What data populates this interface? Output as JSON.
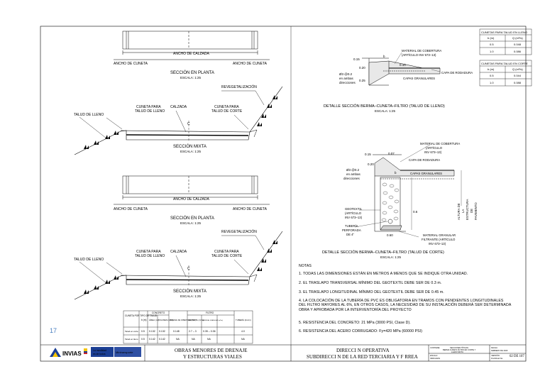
{
  "page_number": "17",
  "plan": {
    "ancho_calzada": "ANCHO DE CALZADA",
    "ancho_cuneta_left": "ANCHO DE CUNETA",
    "ancho_cuneta_right": "ANCHO DE CUNETA",
    "title": "SECCIÓN EN PLANTA",
    "scale": "ESCALA: 1:25"
  },
  "section": {
    "revegetalizacion": "REVEGETALIZACIÓN",
    "talud_lleno": "TALUD DE LLENO",
    "cuneta_lleno_1": "CUNETA PARA",
    "cuneta_lleno_2": "TALUD DE LLENO",
    "calzada": "CALZADA",
    "cuneta_corte_1": "CUNETA PARA",
    "cuneta_corte_2": "TALUD DE CORTE",
    "centerline": "C",
    "title": "SECCIÓN MIXTA",
    "scale": "ESCALA: 1:25"
  },
  "detail1": {
    "dim_015": "0.15",
    "dim_b": "b",
    "dim_020": "0.20",
    "dim_025": "0.25",
    "dim_010": "0.10",
    "rebar_1": "Ø3 @0.2",
    "rebar_2": "en ambas",
    "rebar_3": "direcciones",
    "mat_1": "MATERIAL DE COBERTURA",
    "mat_2": "(ARTÍCULO INV 673–13)",
    "capa_rodadura": "CAPA DE RODADURA",
    "capas_granulares": "CAPAS GRANULARES",
    "title": "DETALLE SECCIÓN BERMA–CUNETA–FILTRO (TALUD DE LLENO)",
    "scale": "ESCALA: 1:25"
  },
  "table_lleno": {
    "title": "CUNETAS PARA TALUD EN LLENO",
    "headers": [
      "b (m)",
      "Q (m³/s)"
    ],
    "rows": [
      [
        "0.5",
        "0.048"
      ],
      [
        "1.0",
        "0.086"
      ]
    ]
  },
  "table_corte": {
    "title": "CUNETAS PARA TALUD EN CORTE",
    "headers": [
      "b (m)",
      "Q (m³/s)"
    ],
    "rows": [
      [
        "0.5",
        "0.044"
      ],
      [
        "1.0",
        "0.088"
      ]
    ]
  },
  "detail2": {
    "dim_015": "0.15",
    "dim_007": "0.07",
    "dim_020": "0.20",
    "dim_b": "b",
    "dim_06": "0.6",
    "dim_060": "0.60",
    "rebar_1": "Ø3 @0.2",
    "rebar_2": "en ambas",
    "rebar_3": "direcciones",
    "mat_1": "MATERIAL DE COBERTURA",
    "mat_2": "(ARTÍCULO",
    "mat_3": "INV 673–13)",
    "capa_rodadura": "CAPA DE RODADURA",
    "capas_granulares": "CAPAS GRANULARES",
    "altura_1": "ALTURA DE",
    "altura_2": "LA",
    "altura_3": "ESTRUCTURA",
    "altura_4": "DE",
    "altura_5": "PAVIMENTO",
    "geotextil_1": "GEOTEXTIL",
    "geotextil_2": "(ARTÍCULO",
    "geotextil_3": "INV 673–13)",
    "tuberia_1": "TUBERÍA",
    "tuberia_2": "PERFORADA",
    "tuberia_3": "DE 4\"",
    "granular_1": "MATERIAL GRANULAR",
    "granular_2": "FILTRANTE (ARTÍCULO",
    "granular_3": "INV 673–13)",
    "title": "DETALLE SECCIÓN BERMA–CUNETA–FILTRO (TALUD DE CORTE)",
    "scale": "ESCALA: 1:25"
  },
  "notes": {
    "heading": "NOTAS",
    "items": [
      "1.   TODAS LAS DIMENSIONES ESTÁN EN METROS A MENOS QUE SE INDIQUE OTRA UNIDAD.",
      "2.   EL TRASLAPO TRANSVERSAL MÍNIMO DEL GEOTEXTIL DEBE SER DE 0.3 m.",
      "3.   EL TRASLAPO LONGITUDINAL MÍNIMO DEL GEOTEXTIL DEBE SER DE 0.45 m.",
      "4.   LA COLOCACIÓN DE LA TUBERÍA DE PVC ES OBLIGATORIA EN TRAMOS CON PENDIENTES LONGITUDINALES DEL FILTRO MAYORES AL 6%, EN OTROS CASOS, LA NECESIDAD DE SU INSTALACIÓN DEBERÁ SER DETERMINADA OBRA Y APROBADA POR LA INTERVENTORÍA DEL PROYECTO",
      "5.   RESISTENCIA DEL CONCRETO: 21 MPa (3000 PSI, Clase D).",
      "6.   RESISTENCIA DEL ACERO CORRUGADO: Fy=420 MPa (60000 PSI)"
    ]
  },
  "qty_table": {
    "h_cuneta": "CUNETA POR TIPO DE TALUD",
    "h_b": "b (m)",
    "h_concreto": "CONCRETO",
    "h_area": "ÁREA (m²)",
    "h_volumen": "VOLUMEN (m³/m)",
    "h_cobertura": "MATERIAL DE COBERTURA (m³/m)",
    "h_filtro": "FILTRO",
    "h_geotextil": "GEOTEXTIL (m²/m)",
    "h_granular": "MATERIAL GRANULAR (m³/m)",
    "h_tuberia": "TUBERÍA (2m/m)",
    "rows": [
      [
        "Talud en corte",
        "0.5",
        "0.132",
        "0.132",
        "0.148",
        "2.7 – 3",
        "0.35 – 0.36",
        "4.0"
      ],
      [
        "Talud en lleno",
        "0.5",
        "0.142",
        "0.142",
        "NA",
        "NA",
        "NA",
        "NA"
      ]
    ]
  },
  "footer": {
    "logo_invias": "INVIAS",
    "logo_gov_1": "La movilidad",
    "logo_gov_2": "es de todos",
    "logo_mintransporte": "Mintransporte",
    "title_1": "OBRAS MENORES DE DRENAJE",
    "title_2": "Y ESTRUCTURAS VIALES",
    "dir_1": "DIRECCI  N OPERATIVA",
    "dir_2": "SUBDIRECCI  N DE LA RED TERCIARIA Y F  RREA",
    "box_contiene": "CONTIENE:",
    "box_c1": "SECCIONES TÍPICAS",
    "box_c2": "BERMA CUNETA FILTRO EN CORTE Y",
    "box_c3": "LLENO MIXTA",
    "box_escala": "ESCALA:",
    "box_escala_v": "INDICADAS",
    "box_fecha": "FECHA:",
    "box_fecha_v": "FEBRERO DE 2020",
    "box_version": "VERSIÓN:",
    "box_version_v": "PLANCHA No.",
    "sheet_no": "02 DE 107"
  },
  "colors": {
    "ink": "#000000",
    "page_number": "#4a7fc0",
    "brand_blue": "#1c3f94",
    "brand_yellow": "#f5c400"
  }
}
